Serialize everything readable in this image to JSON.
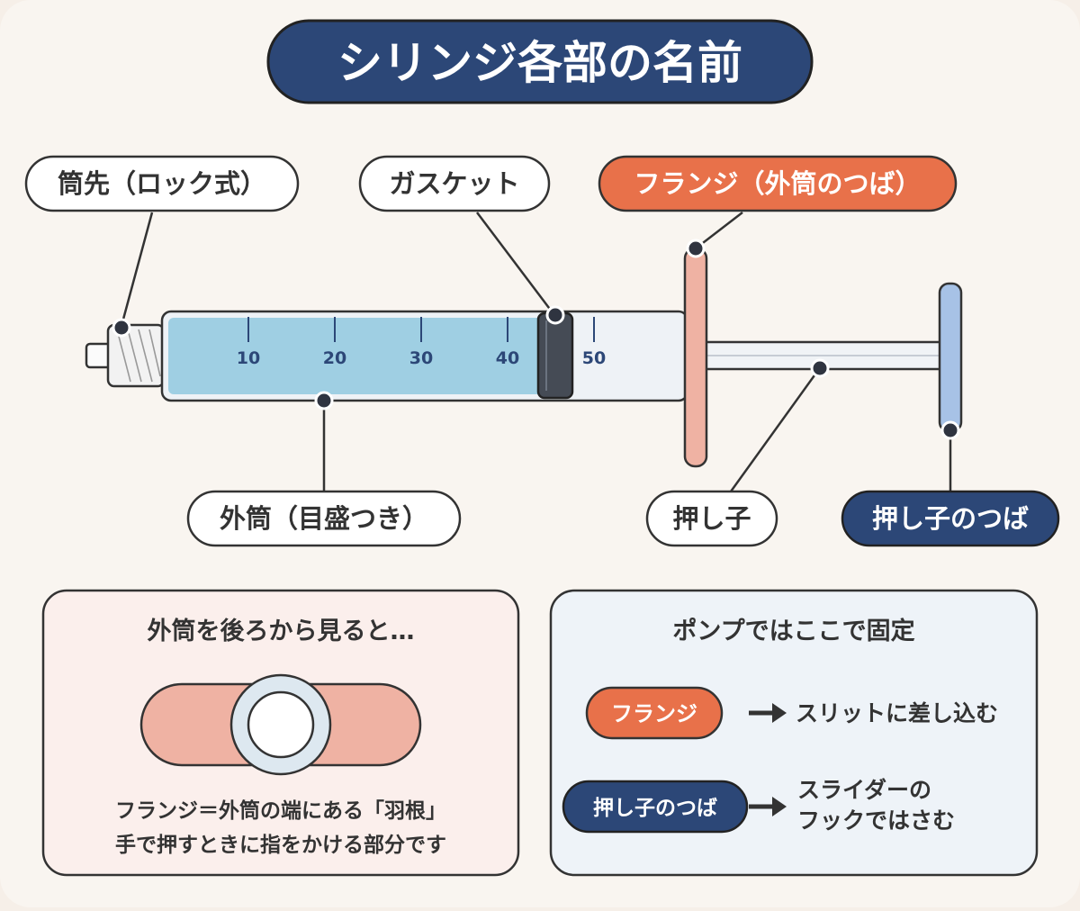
{
  "title": "シリンジ各部の名前",
  "labels": {
    "tip": "筒先（ロック式）",
    "gasket": "ガスケット",
    "flange": "フランジ（外筒のつば）",
    "barrel": "外筒（目盛つき）",
    "plunger": "押し子",
    "plunger_flange": "押し子のつば"
  },
  "scale": [
    "10",
    "20",
    "30",
    "40",
    "50"
  ],
  "rear_panel": {
    "title": "外筒を後ろから見ると…",
    "caption_line1": "フランジ＝外筒の端にある「羽根」",
    "caption_line2": "手で押すときに指をかける部分です"
  },
  "pump_panel": {
    "title": "ポンプではここで固定",
    "row1_badge": "フランジ",
    "row1_text": "スリットに差し込む",
    "row2_badge": "押し子のつば",
    "row2_text_line1": "スライダーの",
    "row2_text_line2": "フックではさむ"
  },
  "colors": {
    "navy": "#2c4777",
    "orange": "#e8714a",
    "outline": "#333333",
    "barrel_fill": "#9fcfe3",
    "flange_fill": "#efb2a3",
    "plunger_flange_fill": "#a7c2e6",
    "gasket_fill": "#454b55",
    "rear_panel_bg": "#fbefec",
    "pump_panel_bg": "#eef3f8"
  },
  "icons": [
    "arrow-right-icon",
    "arrow-right-icon"
  ]
}
